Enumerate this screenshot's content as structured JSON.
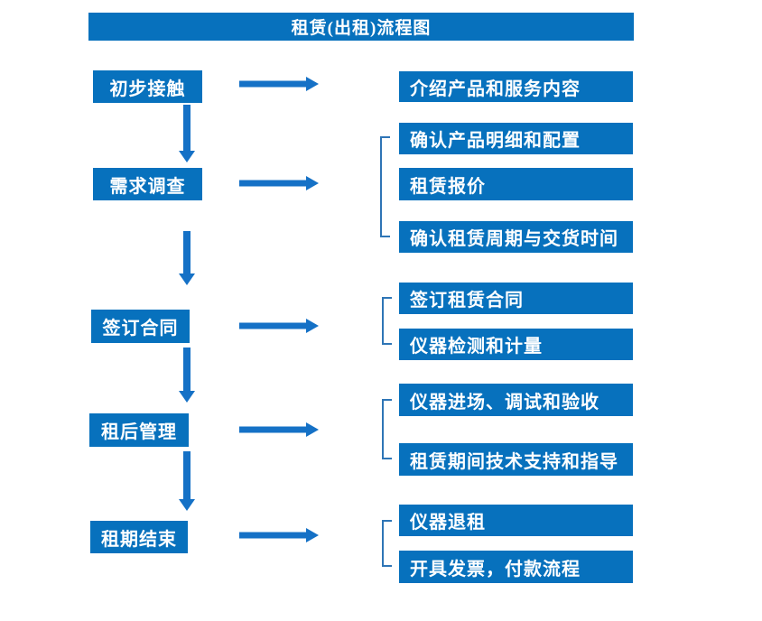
{
  "title": "租赁(出租)流程图",
  "colors": {
    "box_blue": "#0771BD",
    "arrow_blue": "#1571C6",
    "bracket_blue": "#2E75B6",
    "text": "#FFFFFF",
    "background": "#FFFFFF"
  },
  "steps": [
    {
      "label": "初步接触",
      "outputs": [
        "介绍产品和服务内容"
      ]
    },
    {
      "label": "需求调查",
      "outputs": [
        "确认产品明细和配置",
        "租赁报价",
        "确认租赁周期与交货时间"
      ]
    },
    {
      "label": "签订合同",
      "outputs": [
        "签订租赁合同",
        "仪器检测和计量"
      ]
    },
    {
      "label": "租后管理",
      "outputs": [
        "仪器进场、调试和验收",
        "租赁期间技术支持和指导"
      ]
    },
    {
      "label": "租期结束",
      "outputs": [
        "仪器退租",
        "开具发票，付款流程"
      ]
    }
  ]
}
